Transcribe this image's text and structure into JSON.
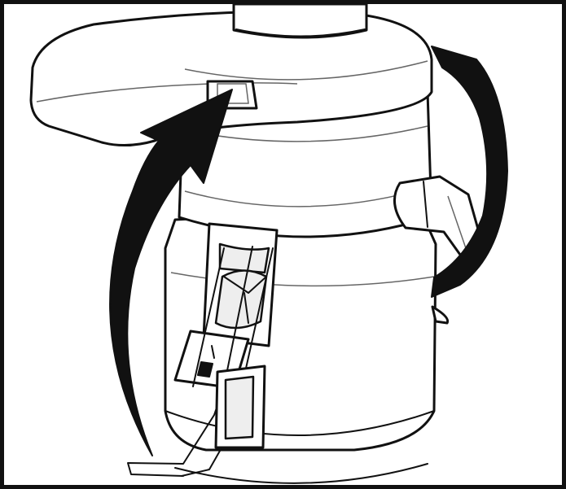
{
  "illustration": {
    "subject": "juicer-lid-assembly",
    "arrows": [
      "left-upward-arrow",
      "right-curved-arrow"
    ],
    "colors": {
      "line": "#111111",
      "fill": "#ffffff",
      "shade": "#eeeeee"
    }
  }
}
